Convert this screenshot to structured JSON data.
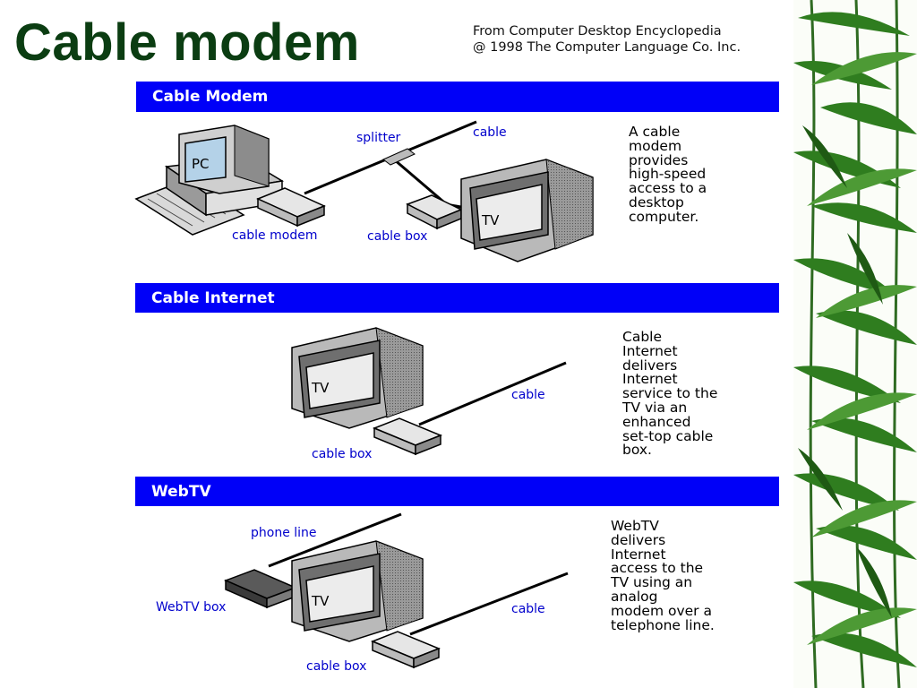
{
  "slide": {
    "title": "Cable modem"
  },
  "credit": {
    "line1": "From Computer Desktop Encyclopedia",
    "line2": "@ 1998 The Computer Language Co. Inc."
  },
  "sections": {
    "cable_modem": {
      "header": "Cable Modem",
      "labels": {
        "splitter": "splitter",
        "cable": "cable",
        "cable_modem": "cable modem",
        "cable_box": "cable box",
        "pc": "PC",
        "tv": "TV"
      },
      "description": [
        "A cable",
        "modem",
        "provides",
        "high-speed",
        "access to a",
        "desktop",
        "computer."
      ]
    },
    "cable_internet": {
      "header": "Cable Internet",
      "labels": {
        "cable": "cable",
        "cable_box": "cable box",
        "tv": "TV"
      },
      "description": [
        "Cable",
        "Internet",
        "delivers",
        "Internet",
        "service to the",
        "TV via an",
        "enhanced",
        "set-top cable",
        "box."
      ]
    },
    "webtv": {
      "header": "WebTV",
      "labels": {
        "phone_line": "phone line",
        "webtv_box": "WebTV box",
        "cable": "cable",
        "cable_box": "cable box",
        "tv": "TV"
      },
      "description": [
        "WebTV",
        "delivers",
        "Internet",
        "access to the",
        "TV using an",
        "analog",
        "modem over a",
        "telephone line."
      ]
    }
  },
  "colors": {
    "title": "#0b3d12",
    "band": "#0000f8",
    "label": "#0000cc"
  },
  "icons": [
    "pc-icon",
    "tv-icon",
    "cable-modem-icon",
    "cable-box-icon",
    "splitter-icon",
    "webtv-box-icon",
    "bamboo-decoration"
  ]
}
